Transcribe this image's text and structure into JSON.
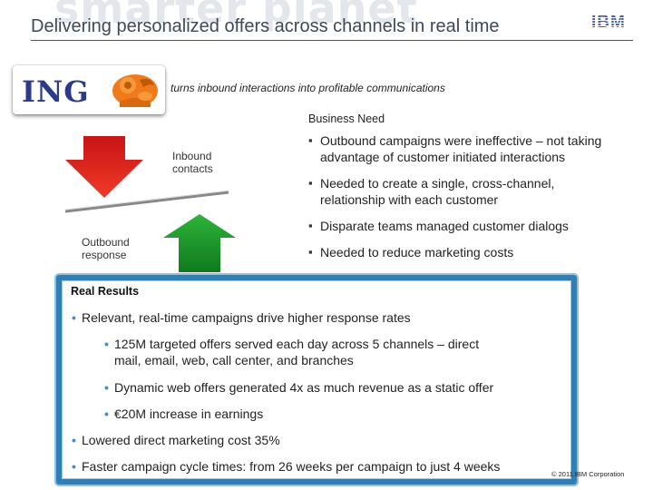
{
  "header": {
    "watermark_text": "smarter planet",
    "title": "Delivering personalized offers across channels in real time",
    "logo_text": "IBM"
  },
  "company": {
    "logo_text": "ING",
    "tagline": "turns inbound interactions into profitable communications"
  },
  "diagram": {
    "inbound_label": [
      "Inbound",
      "contacts"
    ],
    "outbound_label": [
      "Outbound",
      "response"
    ]
  },
  "business_need": {
    "title": "Business Need",
    "items": [
      [
        "Outbound campaigns were ineffective – not taking",
        "advantage of customer initiated interactions"
      ],
      [
        "Needed to create a single, cross-channel,",
        "relationship with each customer"
      ],
      [
        "Disparate teams managed customer dialogs"
      ],
      [
        "Needed to reduce marketing costs"
      ]
    ]
  },
  "results": {
    "title": "Real Results",
    "bullet": "•",
    "item1": "Relevant, real-time campaigns drive higher response rates",
    "sub1": [
      "125M targeted offers served each day across 5 channels – direct",
      "mail, email, web, call center, and branches"
    ],
    "sub2": "Dynamic web offers generated 4x as much revenue  as a static offer",
    "sub3": " €20M increase in earnings",
    "item2": "Lowered direct marketing cost 35%",
    "item3": "Faster campaign cycle times: from 26 weeks per campaign to just 4 weeks"
  },
  "footer": {
    "copyright": "© 2011 IBM Corporation"
  },
  "colors": {
    "title": "#3c4a57",
    "ing_blue": "#2b3a8a",
    "ing_orange": "#f07a1a",
    "arrow_red": "#e02020",
    "arrow_green": "#1a9a2a",
    "results_border": "#2f7fb6"
  }
}
